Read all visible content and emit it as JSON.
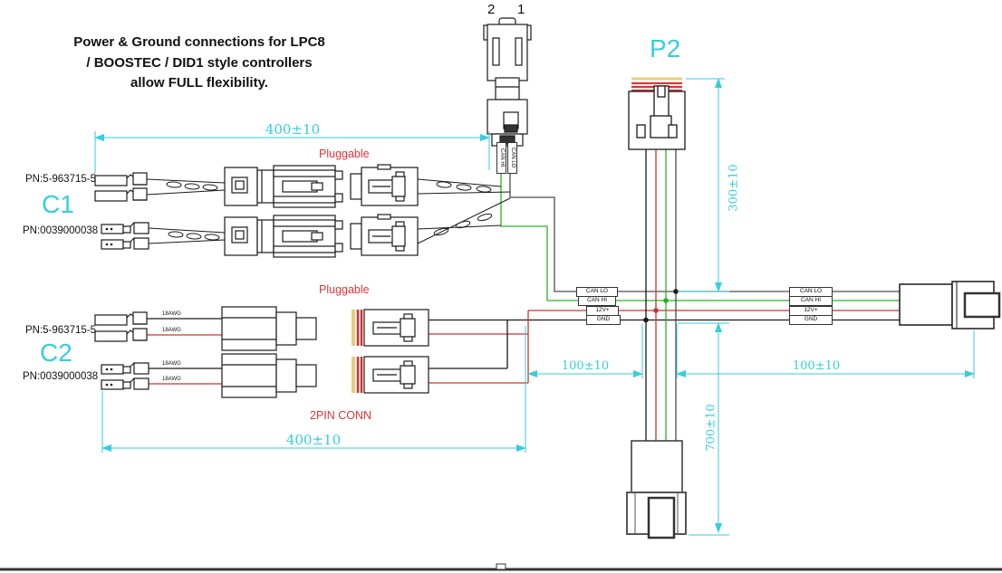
{
  "title": {
    "line1": "Power & Ground connections for LPC8",
    "line2": "/ BOOSTEC / DID1 style controllers",
    "line3": "allow FULL flexibility."
  },
  "top_connector": {
    "pin_left": "2",
    "pin_right": "1",
    "wire_label_left": "CAN HI",
    "wire_label_right": "CAN LO"
  },
  "p2_label": "P2",
  "c1": {
    "pn_top": "PN:5-963715-5",
    "label": "C1",
    "pn_bottom": "PN:0039000038",
    "pluggable": "Pluggable"
  },
  "c2": {
    "pn_top": "PN:5-963715-5",
    "label": "C2",
    "pn_bottom": "PN:0039000038",
    "pluggable": "Pluggable",
    "conn_type": "2PIN CONN",
    "awg": "18AWG"
  },
  "bus": {
    "left_labels": [
      "CAN LO",
      "CAN HI",
      "12V+",
      "GND"
    ],
    "right_labels": [
      "CAN LO",
      "CAN HI",
      "12V+",
      "GND"
    ]
  },
  "dimensions": {
    "top_length": "400±10",
    "bottom_length": "400±10",
    "p2_height": "300±10",
    "bottom_height": "700±10",
    "left_offset": "100±10",
    "right_offset": "100±10"
  },
  "colors": {
    "cyan": "#35CEDE",
    "red": "#CC3333",
    "green": "#28B428",
    "dark_gray": "#4d4d4d",
    "black": "#1a1a1a",
    "yellow": "#E8CE7A"
  }
}
